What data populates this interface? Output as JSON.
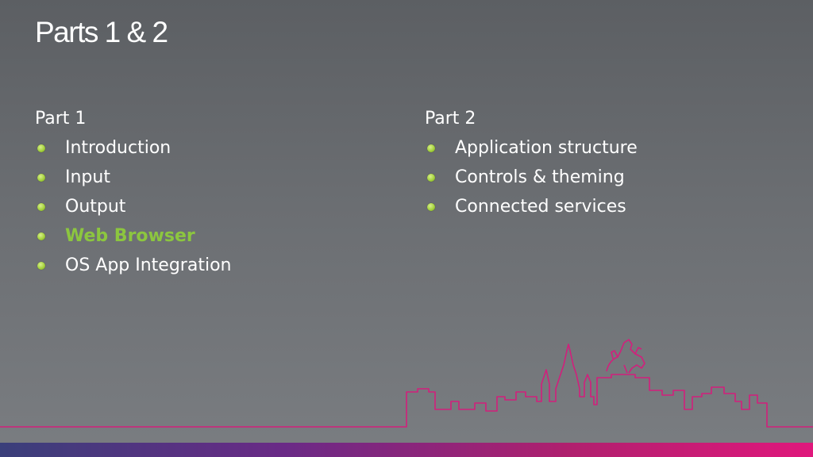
{
  "slide": {
    "title": "Parts 1 & 2"
  },
  "part1": {
    "heading": "Part 1",
    "items": [
      {
        "label": "Introduction",
        "highlighted": false
      },
      {
        "label": "Input",
        "highlighted": false
      },
      {
        "label": "Output",
        "highlighted": false
      },
      {
        "label": "Web Browser",
        "highlighted": true
      },
      {
        "label": "OS App Integration",
        "highlighted": false
      }
    ]
  },
  "part2": {
    "heading": "Part 2",
    "items": [
      {
        "label": "Application structure",
        "highlighted": false
      },
      {
        "label": "Controls & theming",
        "highlighted": false
      },
      {
        "label": "Connected services",
        "highlighted": false
      }
    ]
  },
  "colors": {
    "background": "#5c5f63",
    "text": "#ffffff",
    "highlight": "#8cc63f",
    "bullet": "#a5d23d",
    "skyline": "#d21f7c",
    "footer_gradient_start": "#3a3f7a",
    "footer_gradient_end": "#e0187c"
  },
  "icons": {
    "bullet": "green-dot-bullet-icon",
    "decoration": "city-skyline-icon"
  }
}
